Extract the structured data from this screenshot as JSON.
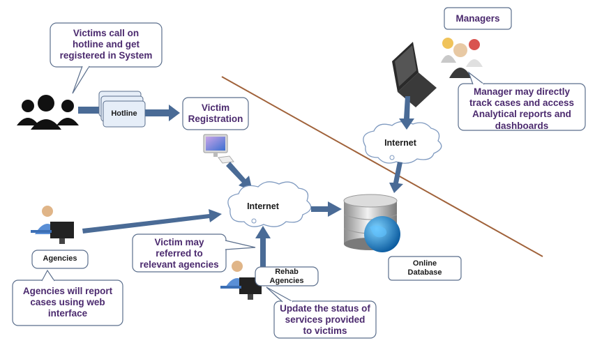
{
  "labels": {
    "victims_callout": "Victims call on\nhotline and get\nregistered in System",
    "hotline": "Hotline",
    "victim_registration": "Victim\nRegistration",
    "internet_left": "Internet",
    "internet_top": "Internet",
    "managers": "Managers",
    "manager_callout": "Manager may directly\ntrack cases and access\nAnalytical reports and\ndashboards",
    "agencies": "Agencies",
    "agencies_callout": "Agencies will report\ncases using web\ninterface",
    "victim_referred_callout": "Victim may\nreferred to\nrelevant agencies",
    "rehab_agencies": "Rehab\nAgencies",
    "rehab_callout": "Update the status of\nservices provided\nto victims",
    "online_database": "Online\nDatabase"
  },
  "colors": {
    "arrow": "#4a6b96",
    "callout_text": "#4b2a6e",
    "callout_border": "#5a6e8c",
    "divider": "#a0623a"
  }
}
